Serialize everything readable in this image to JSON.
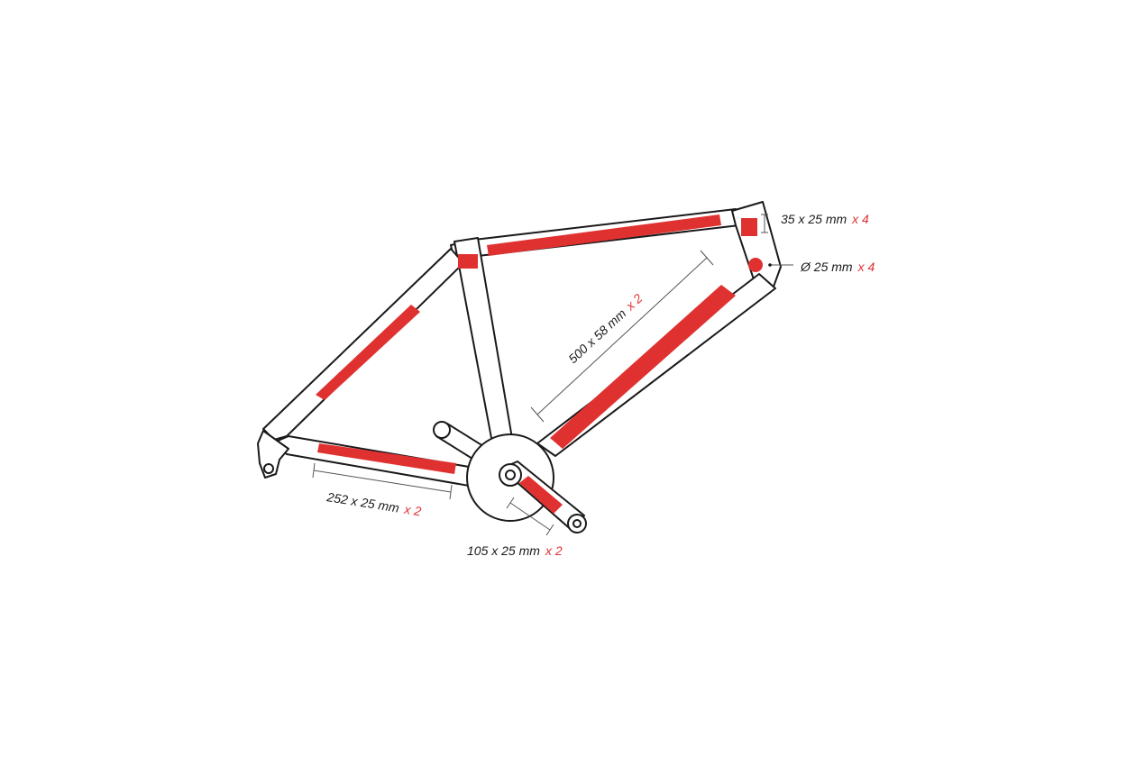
{
  "colors": {
    "accent": "#e03131",
    "outline": "#1a1a1a",
    "background": "#ffffff"
  },
  "labels": {
    "head_patch": {
      "size": "35 x 25 mm",
      "qty": "x 4"
    },
    "dot": {
      "size": "Ø 25 mm",
      "qty": "x 4"
    },
    "down_tube": {
      "size": "500 x 58 mm",
      "qty": "x 2"
    },
    "chainstay": {
      "size": "252 x 25 mm",
      "qty": "x 2"
    },
    "crank": {
      "size": "105 x 25 mm",
      "qty": "x 2"
    }
  }
}
